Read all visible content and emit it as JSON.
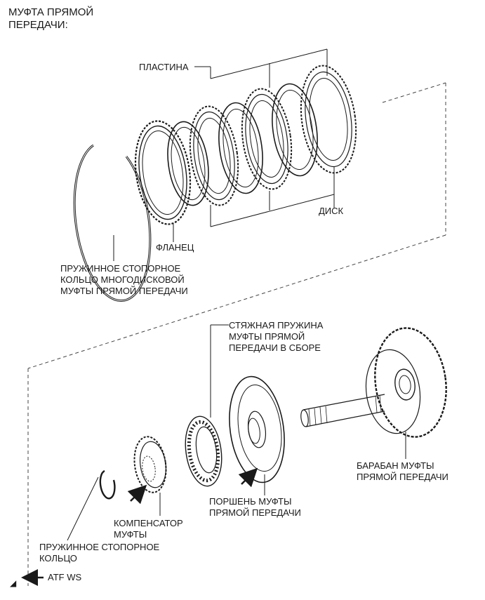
{
  "title": "МУФТА ПРЯМОЙ\nПЕРЕДАЧИ:",
  "labels": {
    "plate": "ПЛАСТИНА",
    "disc": "ДИСК",
    "flange": "ФЛАНЕЦ",
    "snap_ring_top": "ПРУЖИННОЕ СТОПОРНОЕ\nКОЛЬЦО МНОГОДИСКОВОЙ\nМУФТЫ ПРЯМОЙ ПЕРЕДАЧИ",
    "spring_assembly": "СТЯЖНАЯ ПРУЖИНА\nМУФТЫ ПРЯМОЙ\nПЕРЕДАЧИ В СБОРЕ",
    "drum": "БАРАБАН МУФТЫ\nПРЯМОЙ ПЕРЕДАЧИ",
    "piston": "ПОРШЕНЬ МУФТЫ\nПРЯМОЙ ПЕРЕДАЧИ",
    "compensator": "КОМПЕНСАТОР\nМУФТЫ",
    "snap_ring_bottom": "ПРУЖИННОЕ СТОПОРНОЕ\nКОЛЬЦО"
  },
  "legend": {
    "symbol": "◢",
    "text": "ATF WS"
  },
  "colors": {
    "line": "#1a1a1a",
    "background": "#ffffff"
  }
}
